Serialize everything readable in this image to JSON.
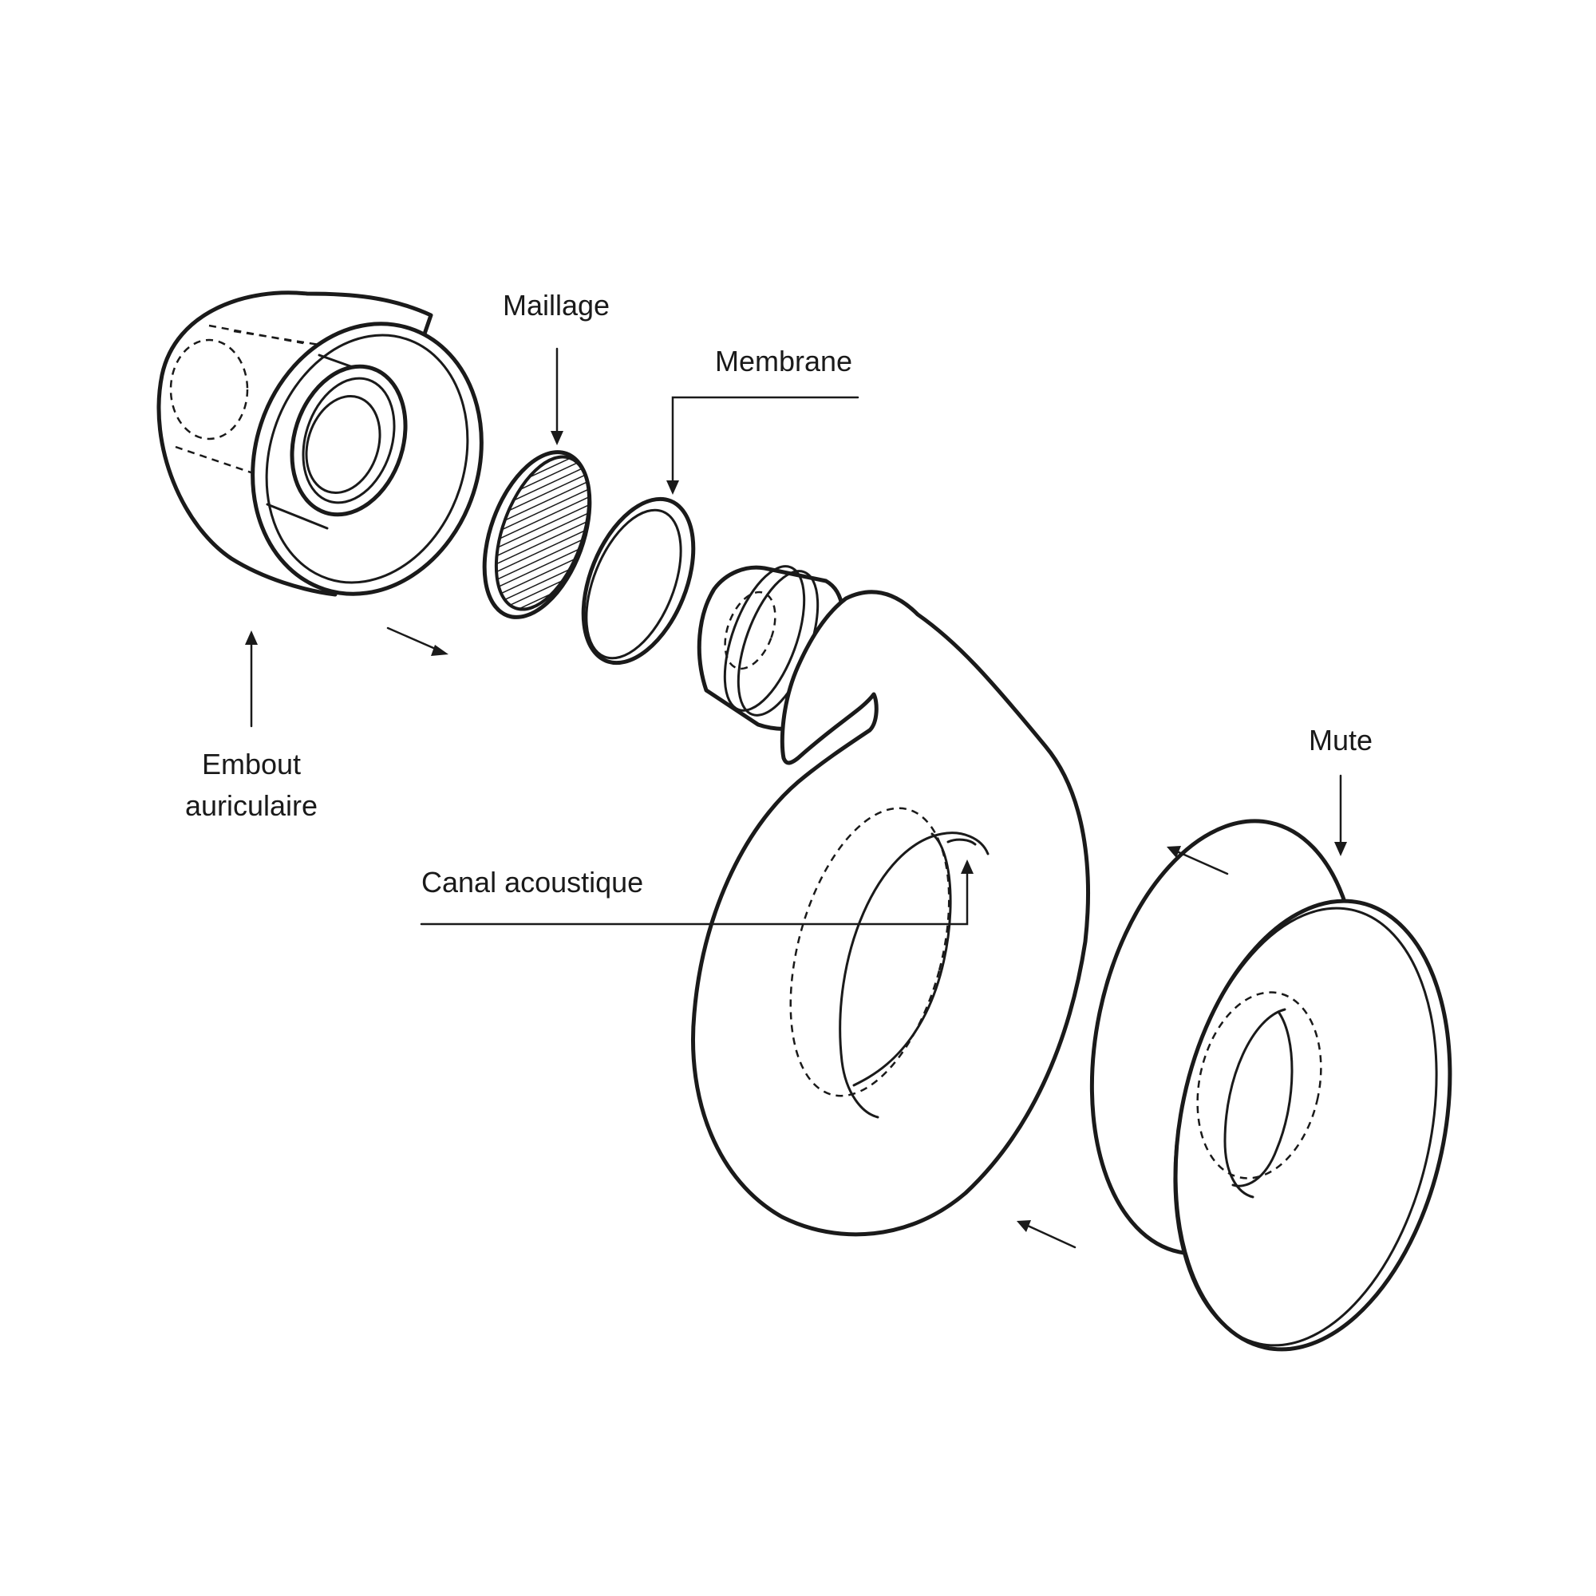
{
  "labels": {
    "maillage": "Maillage",
    "membrane": "Membrane",
    "embout_line1": "Embout",
    "embout_line2": "auriculaire",
    "canal": "Canal acoustique",
    "mute": "Mute"
  },
  "colors": {
    "ink": "#1a1a1a",
    "background": "#ffffff"
  }
}
